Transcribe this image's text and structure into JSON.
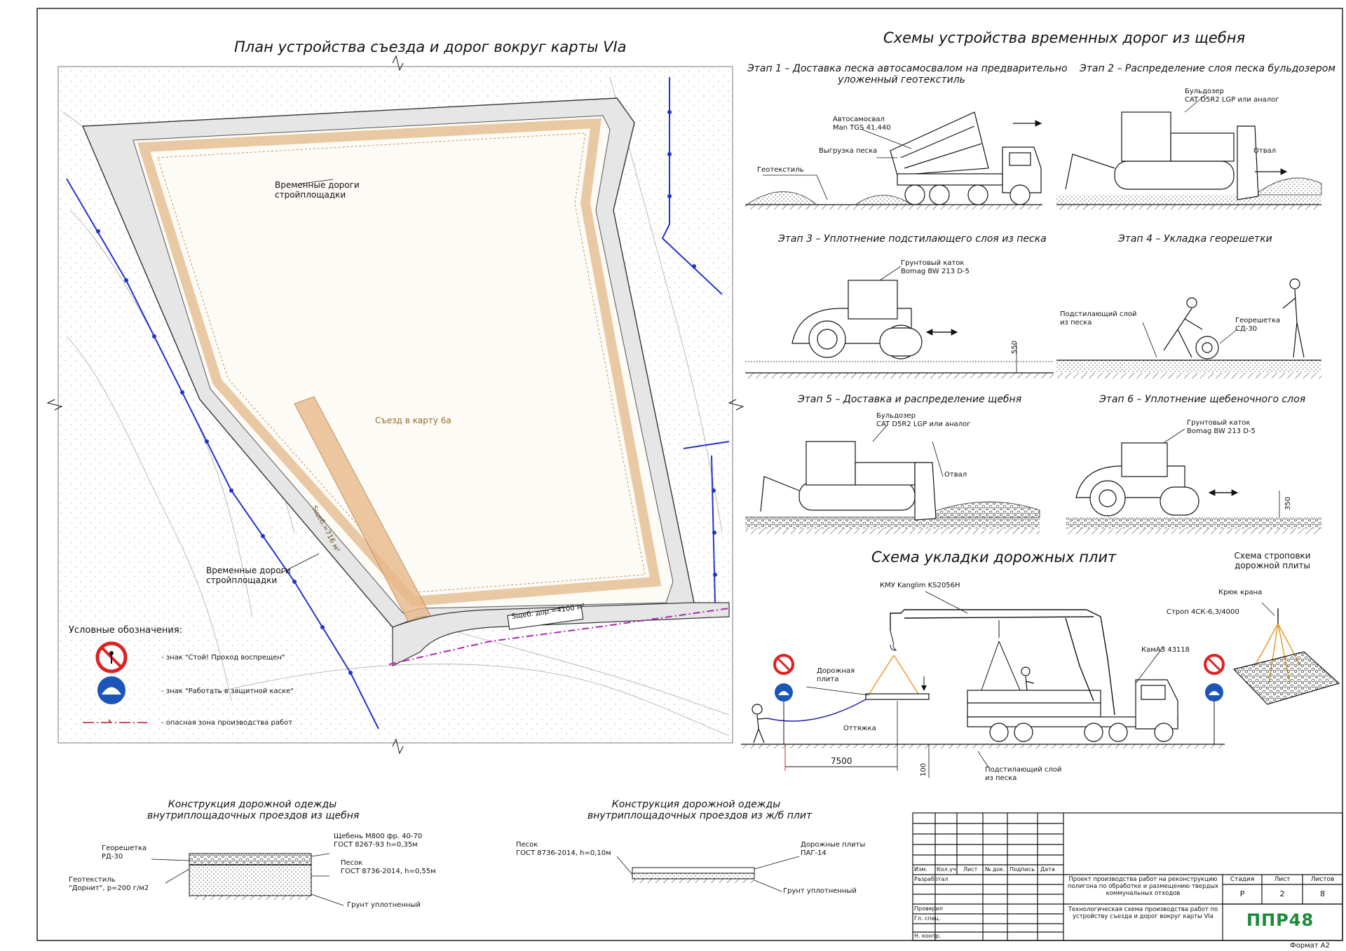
{
  "plan": {
    "title": "План устройства съезда и дорог вокруг карты VIa",
    "temp_road_top_1": "Временные дороги",
    "temp_road_top_2": "стройплощадки",
    "ramp": "Съезд в карту 6а",
    "ramp_area": "Sщеб.=716 м²",
    "temp_road_bottom_1": "Временные дороги",
    "temp_road_bottom_2": "стройплощадки",
    "road_area": "Sщеб. дор.=4100 м²"
  },
  "legend": {
    "title": "Условные обозначения:",
    "items": [
      {
        "icon": "no-entry-sign-icon",
        "label": "- знак \"Стой! Проход воспрещен\""
      },
      {
        "icon": "hard-hat-sign-icon",
        "label": "- знак \"Работать в защитной каске\""
      },
      {
        "icon": "danger-zone-line-icon",
        "label": "- опасная зона производства работ"
      }
    ]
  },
  "gravel": {
    "title": "Схемы устройства временных дорог из щебня",
    "stages": [
      {
        "title_1": "Этап 1 – Доставка песка автосамосвалом на предварительно",
        "title_2": "уложенный геотекстиль",
        "labels": [
          "Автосамосвал",
          "Man TGS 41.440",
          "Выгрузка песка",
          "Геотекстиль"
        ]
      },
      {
        "title_1": "Этап 2 – Распределение слоя песка бульдозером",
        "labels": [
          "Бульдозер",
          "CAT D5R2 LGP или аналог",
          "Отвал"
        ]
      },
      {
        "title_1": "Этап 3 – Уплотнение подстилающего слоя из песка",
        "labels": [
          "Грунтовый каток",
          "Bomag BW 213 D-5",
          "550"
        ]
      },
      {
        "title_1": "Этап 4 – Укладка георешетки",
        "labels": [
          "Подстилающий слой",
          "из песка",
          "Георешетка",
          "СД-30"
        ]
      },
      {
        "title_1": "Этап 5 – Доставка и распределение щебня",
        "labels": [
          "Бульдозер",
          "CAT D5R2 LGP или аналог",
          "Отвал"
        ]
      },
      {
        "title_1": "Этап 6 – Уплотнение щебеночного слоя",
        "labels": [
          "Грунтовый каток",
          "Bomag BW 213 D-5",
          "350"
        ]
      }
    ]
  },
  "slabs": {
    "title": "Схема укладки дорожных плит",
    "crane": "КМУ Kanglim KS2056H",
    "truck": "КамАЗ 43118",
    "slab_1": "Дорожная",
    "slab_2": "плита",
    "guy": "Оттяжка",
    "dim": "7500",
    "dim_v": "100",
    "base_1": "Подстилающий слой",
    "base_2": "из песка",
    "sling_title_1": "Схема строповки",
    "sling_title_2": "дорожной плиты",
    "hook": "Крюк крана",
    "sling": "Строп 4СК-6,3/4000"
  },
  "section1": {
    "title_1": "Конструкция дорожной одежды",
    "title_2": "внутриплощадочных проездов из щебня",
    "l1": "Георешетка",
    "l2": "РД-30",
    "l3": "Геотекстиль",
    "l4": "\"Дорнит\", p=200 г/м2",
    "r1": "Щебень М800 фр. 40-70",
    "r2": "ГОСТ 8267-93 h=0,35м",
    "r3": "Песок",
    "r4": "ГОСТ 8736-2014, h=0,55м",
    "r5": "Грунт уплотненный"
  },
  "section2": {
    "title_1": "Конструкция дорожной одежды",
    "title_2": "внутриплощадочных проездов из ж/б плит",
    "l1": "Песок",
    "l2": "ГОСТ 8736-2014, h=0,10м",
    "r1": "Дорожные плиты",
    "r2": "ПАГ-14",
    "r3": "Грунт уплотненный"
  },
  "stamp": {
    "cols": [
      "Изм.",
      "Кол.уч",
      "Лист",
      "№ док.",
      "Подпись",
      "Дата"
    ],
    "rows": [
      "Разработал",
      "Проверил",
      "Гл. спец.",
      "Н. контр."
    ],
    "project": "Проект производства работ на реконструкцию полигона по обработке и размещению твердых коммунальных отходов",
    "sheet_title": "Технологическая схема производства работ по устройству съезда и дорог вокруг карты VIa",
    "h_stage": "Стадия",
    "h_sheet": "Лист",
    "h_sheets": "Листов",
    "v_stage": "Р",
    "v_sheet": "2",
    "v_sheets": "8",
    "company": "ППР48"
  },
  "format": "Формат А2"
}
